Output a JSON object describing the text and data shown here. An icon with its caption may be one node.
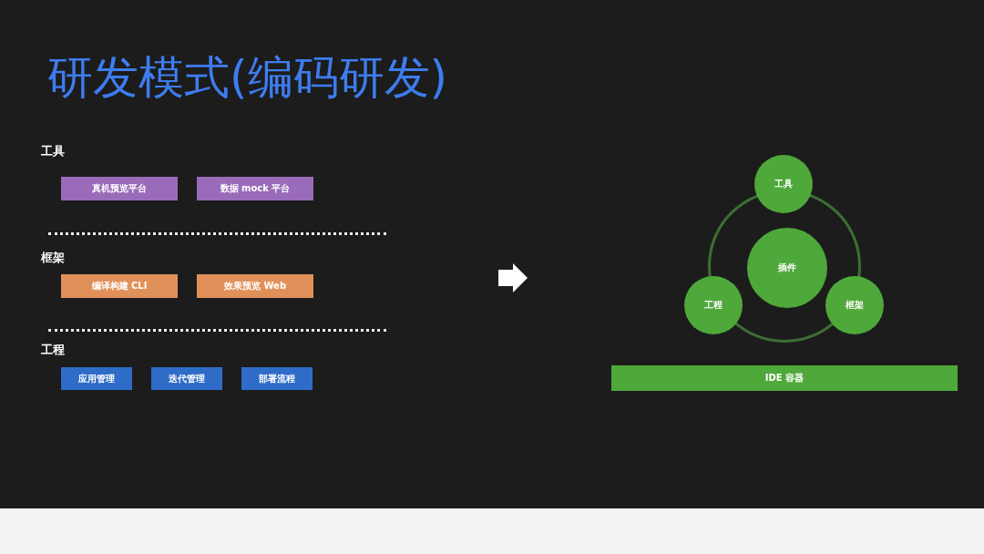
{
  "diagram": {
    "title": "研发模式(编码研发)",
    "nodes": [
      {
        "text": [
          "真机预览平台"
        ]
      },
      {
        "text": [
          "数据 mock 平台"
        ]
      },
      {
        "text": [
          "编译构建 CLI"
        ]
      },
      {
        "text": [
          "效果预览 Web"
        ]
      },
      {
        "text": [
          "应用管理"
        ]
      },
      {
        "text": [
          "迭代管理"
        ]
      },
      {
        "text": [
          "部署流程"
        ]
      },
      {
        "text": [],
        "shape": "circle"
      },
      {
        "text": [
          "工具"
        ]
      },
      {
        "text": [
          "插件"
        ],
        "in": 7
      },
      {
        "text": [
          "工程"
        ]
      },
      {
        "text": [
          "框架"
        ]
      },
      {
        "text": [
          "IDE 容器"
        ]
      }
    ],
    "edges": [],
    "labels": [
      "工具",
      "框架",
      "工程"
    ]
  }
}
